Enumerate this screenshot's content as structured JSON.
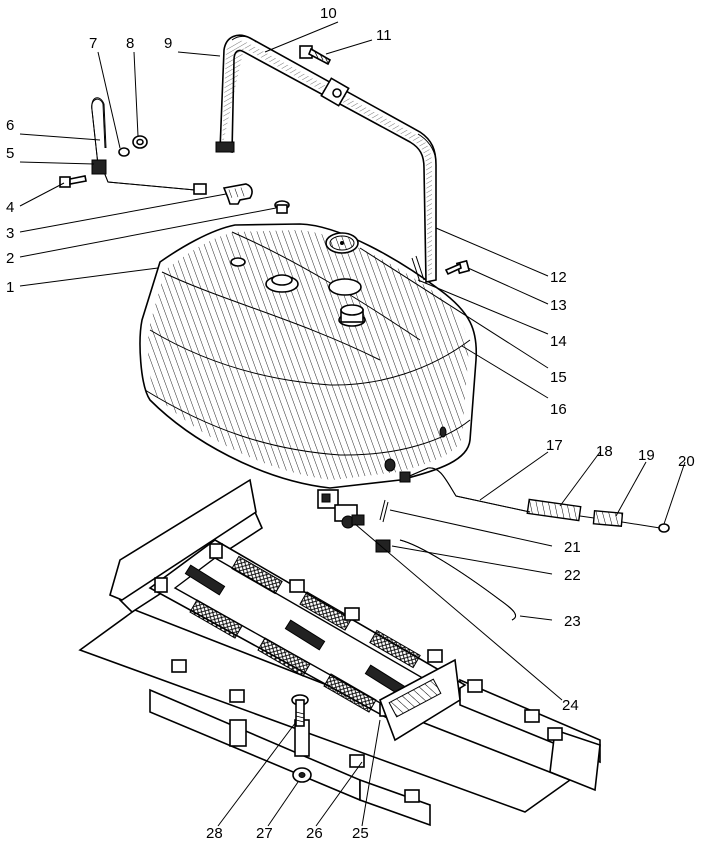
{
  "labels": [
    "1",
    "2",
    "3",
    "4",
    "5",
    "6",
    "7",
    "8",
    "9",
    "10",
    "11",
    "12",
    "13",
    "14",
    "15",
    "16",
    "17",
    "18",
    "19",
    "20",
    "21",
    "22",
    "23",
    "24",
    "25",
    "26",
    "27",
    "28"
  ],
  "icons": {
    "tank": "fuel-tank-icon",
    "strap": "mounting-strap-icon",
    "frame": "frame-cradle-icon"
  }
}
